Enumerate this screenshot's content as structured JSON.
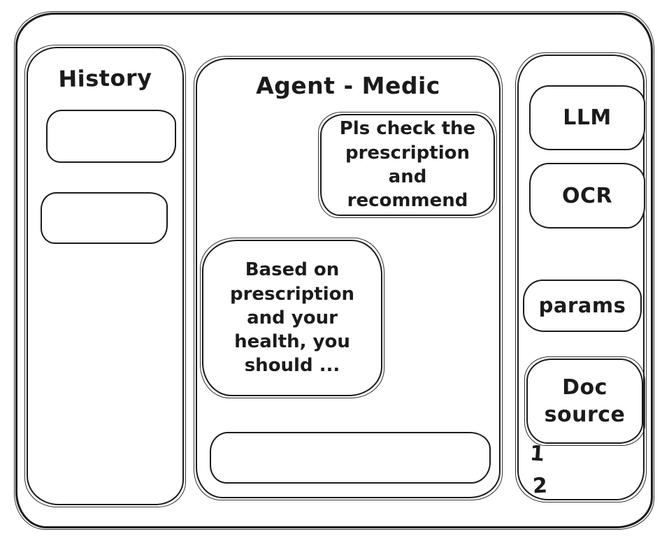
{
  "colors": {
    "stroke": "#1b1b1b",
    "background": "#ffffff"
  },
  "history": {
    "title": "History",
    "items": [
      {
        "label": ""
      },
      {
        "label": ""
      }
    ]
  },
  "chat": {
    "title": "Agent - Medic",
    "user_message": "Pls check the prescription and recommend",
    "agent_message": "Based on prescription and your health, you should ...",
    "input_value": ""
  },
  "tools": {
    "llm_label": "LLM",
    "ocr_label": "OCR",
    "params_label": "params",
    "doc_source_label": "Doc source",
    "doc_items": [
      "1",
      "2"
    ]
  }
}
